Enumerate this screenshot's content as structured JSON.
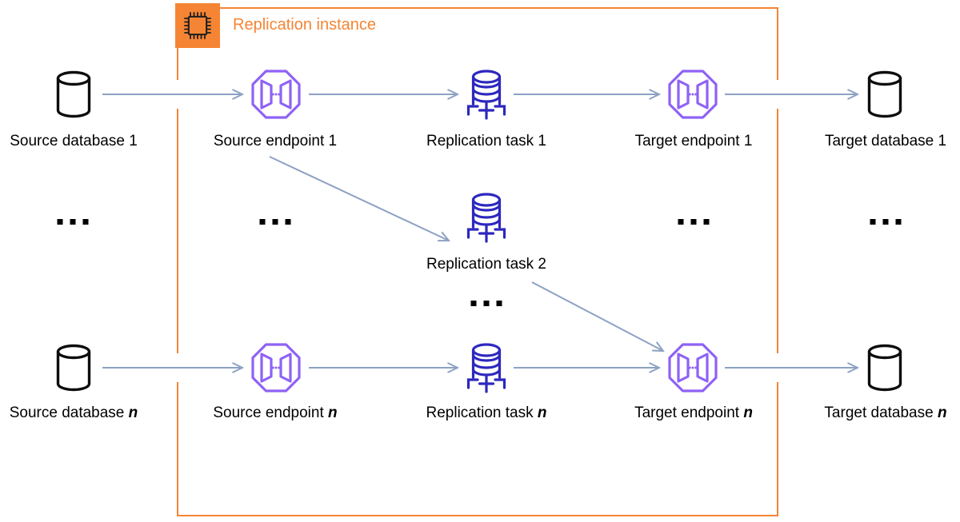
{
  "group": {
    "label": "Replication instance",
    "icon": "chip-icon"
  },
  "row1": {
    "source_db": {
      "base": "Source database ",
      "suffix": "1"
    },
    "source_endpoint": {
      "base": "Source endpoint ",
      "suffix": "1"
    },
    "task": {
      "base": "Replication task ",
      "suffix": "1"
    },
    "target_endpoint": {
      "base": "Target endpoint ",
      "suffix": "1"
    },
    "target_db": {
      "base": "Target database ",
      "suffix": "1"
    }
  },
  "middle": {
    "task2": {
      "base": "Replication task ",
      "suffix": "2"
    },
    "ellipsis": "..."
  },
  "rowN": {
    "source_db": {
      "base": "Source database ",
      "suffix": "n"
    },
    "source_endpoint": {
      "base": "Source endpoint ",
      "suffix": "n"
    },
    "task": {
      "base": "Replication task ",
      "suffix": "n"
    },
    "target_endpoint": {
      "base": "Target endpoint ",
      "suffix": "n"
    },
    "target_db": {
      "base": "Target database ",
      "suffix": "n"
    }
  },
  "colors": {
    "group_orange": "#F58534",
    "endpoint_purple": "#8F62F5",
    "task_blue": "#2D28BE",
    "database_black": "#0D0D0D",
    "arrow_blue_gray": "#8CA2C3"
  }
}
